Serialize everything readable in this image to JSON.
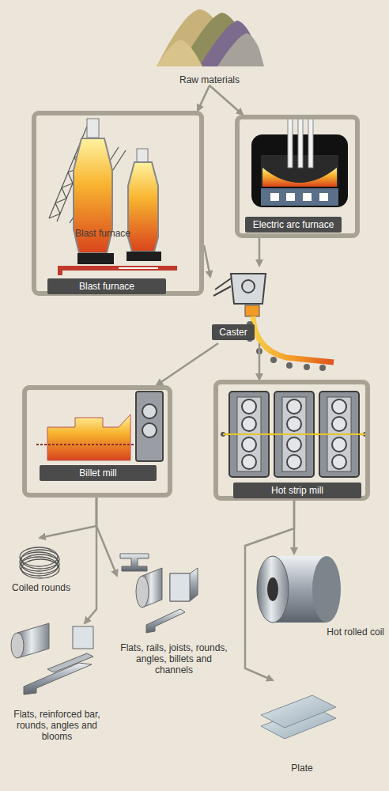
{
  "diagram": {
    "nodes": [
      {
        "text": [
          "Raw materials"
        ]
      },
      {
        "text": [
          "Blast furnace",
          "Blast furnace"
        ]
      },
      {
        "text": [
          "Electric arc furnace"
        ]
      },
      {
        "text": [
          "Caster"
        ]
      },
      {
        "text": [
          "Billet mill"
        ]
      },
      {
        "text": [
          "Hot strip mill"
        ]
      },
      {
        "text": [
          "Coiled rounds"
        ]
      },
      {
        "text": [
          "Flats, rails, joists, rounds, angles, billets and channels"
        ]
      },
      {
        "text": [
          "Flats, reinforced bar, rounds, angles and blooms"
        ]
      },
      {
        "text": [
          "Hot rolled coil"
        ]
      },
      {
        "text": [
          "Plate"
        ]
      }
    ],
    "edges": [
      {
        "from": 0,
        "to": 1,
        "arrow": "to"
      },
      {
        "from": 0,
        "to": 2,
        "arrow": "to"
      },
      {
        "from": 1,
        "to": 3,
        "arrow": "to"
      },
      {
        "from": 2,
        "to": 3,
        "arrow": "to"
      },
      {
        "from": 3,
        "to": 4,
        "arrow": "to"
      },
      {
        "from": 3,
        "to": 5,
        "arrow": "to"
      },
      {
        "from": 4,
        "to": 6,
        "arrow": "to"
      },
      {
        "from": 4,
        "to": 7,
        "arrow": "to"
      },
      {
        "from": 4,
        "to": 8,
        "arrow": "to"
      },
      {
        "from": 5,
        "to": 9,
        "arrow": "to"
      },
      {
        "from": 5,
        "to": 10,
        "arrow": "to"
      }
    ]
  }
}
